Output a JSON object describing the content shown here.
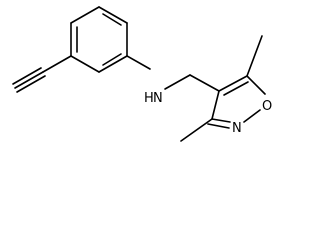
{
  "molecule": {
    "atom_labels": {
      "amine": "H",
      "amine_n": "N",
      "isoxazole_oxygen": "O",
      "isoxazole_nitrogen": "N"
    },
    "colors": {
      "bond": "#000000",
      "label": "#000000",
      "background": "#ffffff"
    }
  }
}
